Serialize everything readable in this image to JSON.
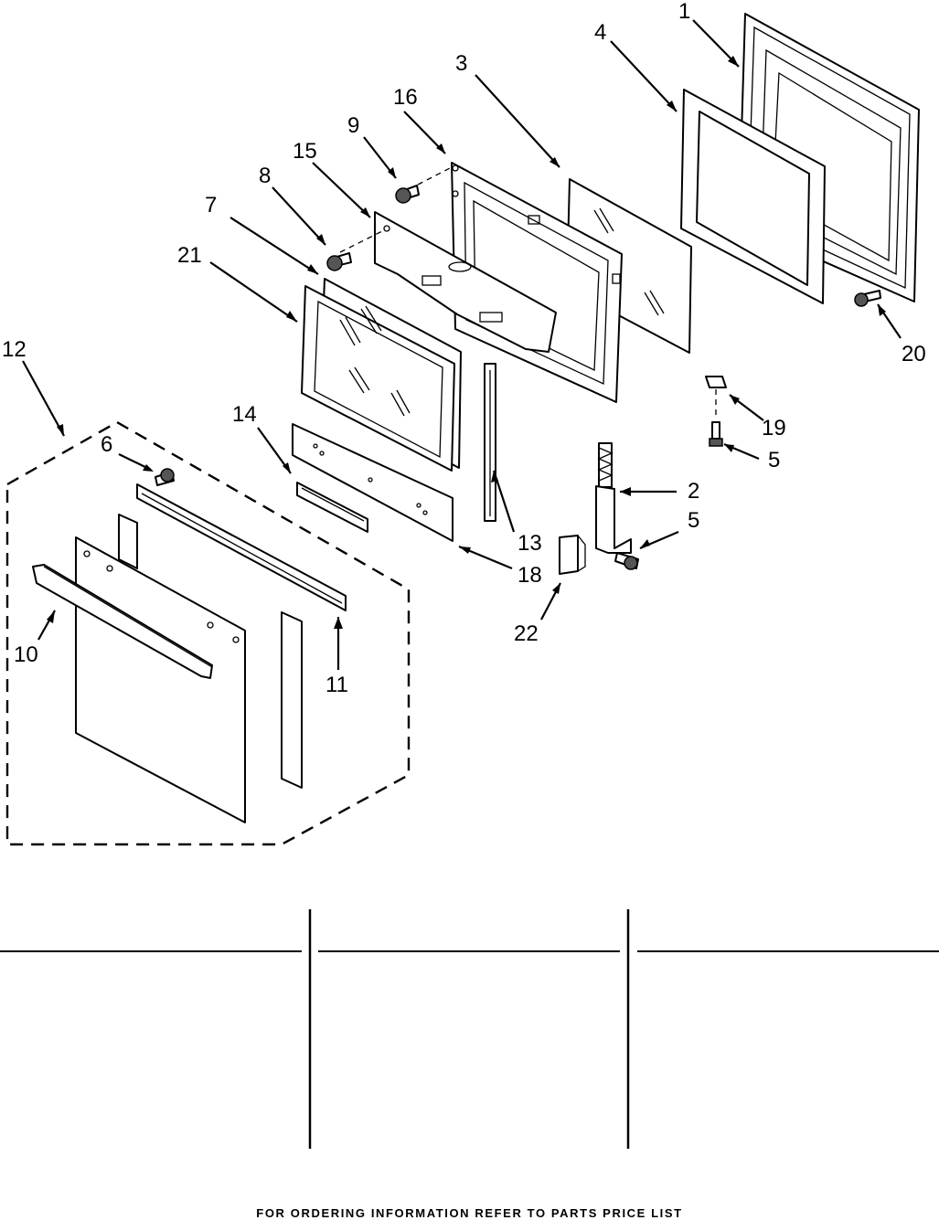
{
  "callouts": {
    "c1": "1",
    "c2": "2",
    "c3": "3",
    "c4": "4",
    "c5a": "5",
    "c5b": "5",
    "c6": "6",
    "c7": "7",
    "c8": "8",
    "c9": "9",
    "c10": "10",
    "c11": "11",
    "c12": "12",
    "c13": "13",
    "c14": "14",
    "c15": "15",
    "c16": "16",
    "c18": "18",
    "c19": "19",
    "c20": "20",
    "c21": "21",
    "c22": "22"
  },
  "footer": "FOR ORDERING INFORMATION REFER TO PARTS PRICE LIST"
}
